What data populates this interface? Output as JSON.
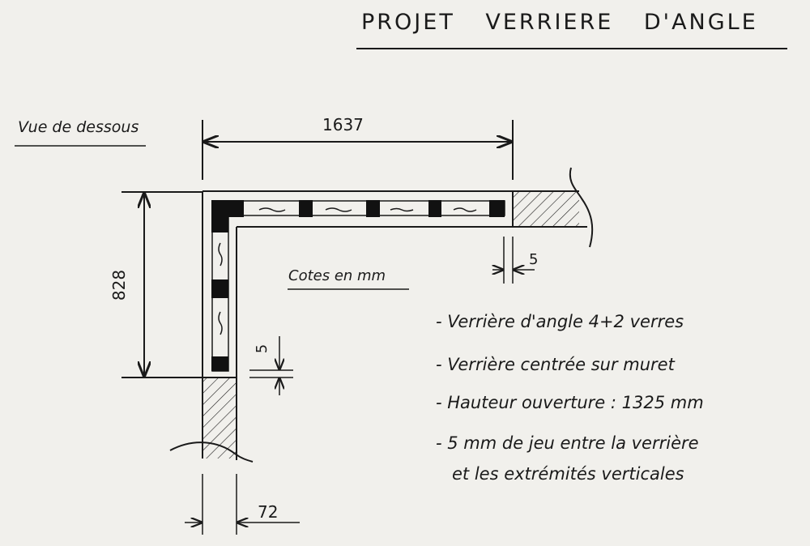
{
  "title": "PROJET VERRIERE D'ANGLE",
  "view_label": "Vue de dessous",
  "units_label": "Cotes en mm",
  "dimensions": {
    "width": "1637",
    "depth": "828",
    "gap_right": "5",
    "gap_left": "5",
    "wall_thickness": "72"
  },
  "notes": [
    "- Verrière d'angle 4+2 verres",
    "- Verrière centrée sur muret",
    "- Hauteur ouverture : 1325 mm",
    "- 5 mm de jeu entre la verrière",
    "et les extrémités verticales"
  ],
  "colors": {
    "paper": "#f1f0ec",
    "ink": "#1a1a1a"
  }
}
